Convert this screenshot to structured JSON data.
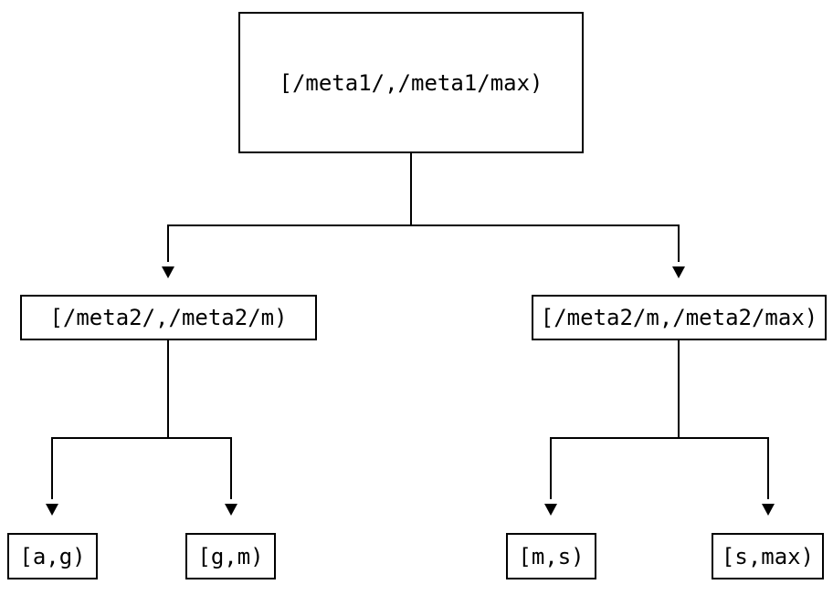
{
  "diagram": {
    "type": "tree",
    "background_color": "#ffffff",
    "line_color": "#000000",
    "text_color": "#000000",
    "nodes": {
      "root": {
        "label": "[/meta1/,/meta1/max)"
      },
      "child_left": {
        "label": "[/meta2/,/meta2/m)"
      },
      "child_right": {
        "label": "[/meta2/m,/meta2/max)"
      },
      "leaf_ag": {
        "label": "[a,g)"
      },
      "leaf_gm": {
        "label": "[g,m)"
      },
      "leaf_ms": {
        "label": "[m,s)"
      },
      "leaf_smax": {
        "label": "[s,max)"
      }
    },
    "edges": [
      {
        "from": "root",
        "to": "child_left"
      },
      {
        "from": "root",
        "to": "child_right"
      },
      {
        "from": "child_left",
        "to": "leaf_ag"
      },
      {
        "from": "child_left",
        "to": "leaf_gm"
      },
      {
        "from": "child_right",
        "to": "leaf_ms"
      },
      {
        "from": "child_right",
        "to": "leaf_smax"
      }
    ]
  }
}
